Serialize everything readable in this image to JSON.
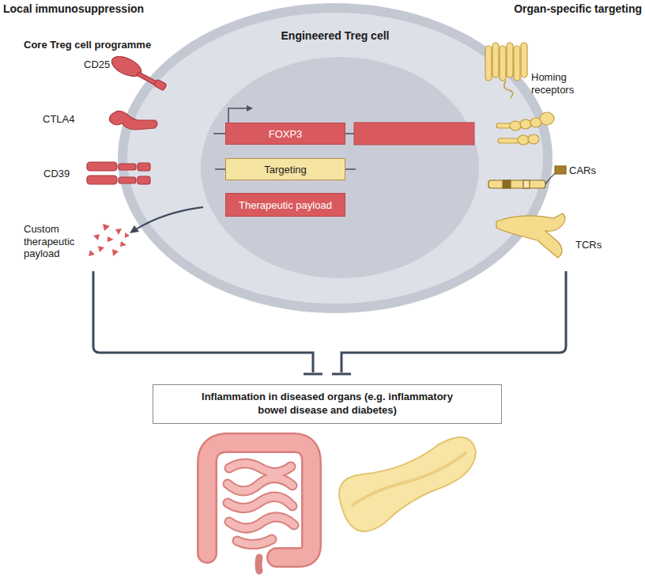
{
  "diagram": {
    "nodes": [
      {
        "text": [
          "Engineered Treg cell"
        ]
      },
      {
        "text": [
          "FOXP3"
        ],
        "in": 0
      },
      {
        "text": [
          "Targeting"
        ],
        "in": 0
      },
      {
        "text": [
          "Therapeutic payload"
        ],
        "in": 0
      },
      {
        "text": [
          "Inflammation in diseased organs (e.g. inflammatory bowel disease and diabetes)"
        ]
      }
    ],
    "labels": [
      "Local immunosuppression",
      "Organ-specific targeting",
      "Core Treg cell programme",
      "CD25",
      "CTLA4",
      "CD39",
      "Custom therapeutic payload",
      "Homing receptors",
      "CARs",
      "TCRs"
    ]
  }
}
